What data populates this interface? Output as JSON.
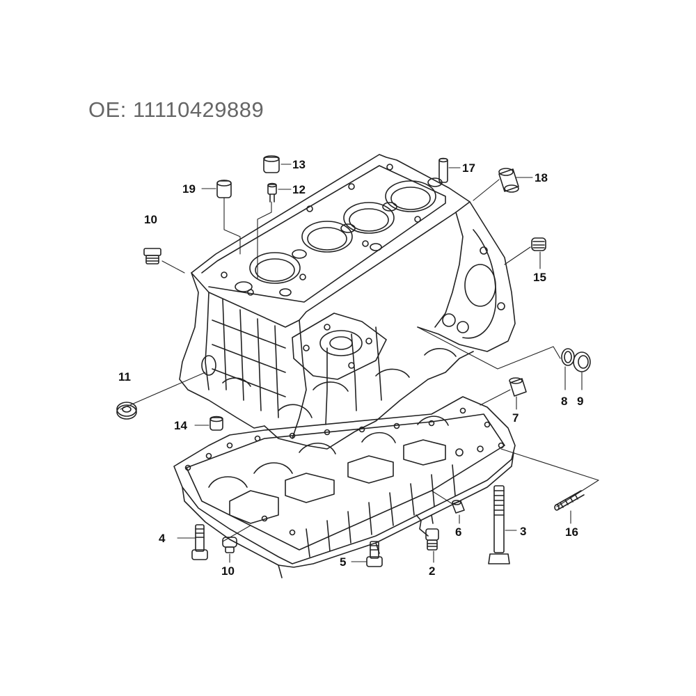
{
  "header": {
    "oe_label": "OE:  11110429889"
  },
  "callouts": [
    {
      "id": "c13",
      "label": "13",
      "part": "sleeve"
    },
    {
      "id": "c17",
      "label": "17",
      "part": "dowel-pin"
    },
    {
      "id": "c18",
      "label": "18",
      "part": "sleeve"
    },
    {
      "id": "c19",
      "label": "19",
      "part": "sleeve"
    },
    {
      "id": "c12",
      "label": "12",
      "part": "jet"
    },
    {
      "id": "c10a",
      "label": "10",
      "part": "screw-plug"
    },
    {
      "id": "c15",
      "label": "15",
      "part": "screw-plug"
    },
    {
      "id": "c11",
      "label": "11",
      "part": "screw-plug"
    },
    {
      "id": "c8",
      "label": "8",
      "part": "seal-ring"
    },
    {
      "id": "c9",
      "label": "9",
      "part": "screw-plug"
    },
    {
      "id": "c7",
      "label": "7",
      "part": "sleeve"
    },
    {
      "id": "c14",
      "label": "14",
      "part": "sleeve"
    },
    {
      "id": "c16",
      "label": "16",
      "part": "stud"
    },
    {
      "id": "c6",
      "label": "6",
      "part": "plug"
    },
    {
      "id": "c3",
      "label": "3",
      "part": "long-bolt"
    },
    {
      "id": "c4",
      "label": "4",
      "part": "bolt"
    },
    {
      "id": "c5",
      "label": "5",
      "part": "bolt"
    },
    {
      "id": "c2",
      "label": "2",
      "part": "sensor"
    },
    {
      "id": "c10b",
      "label": "10",
      "part": "screw-plug"
    }
  ]
}
